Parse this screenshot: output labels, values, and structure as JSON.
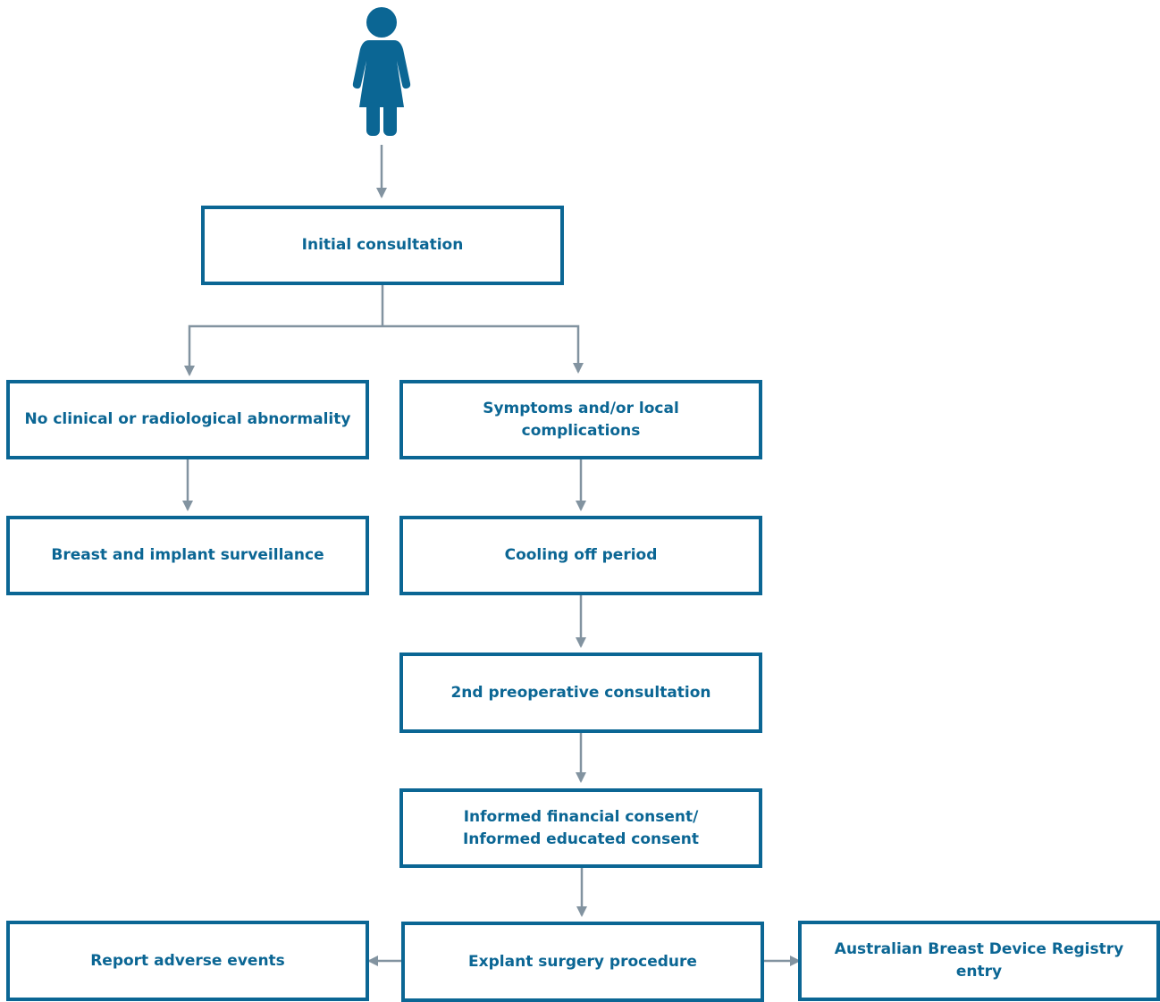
{
  "colors": {
    "box_border": "#0b6694",
    "box_text": "#0b6694",
    "connector": "#8293a0",
    "patient_icon": "#0b6694"
  },
  "icons": {
    "patient": "woman-person-icon"
  },
  "diagram": {
    "nodes": {
      "initial_consultation": "Initial consultation",
      "no_abnormality": "No clinical or radiological abnormality",
      "symptoms": "Symptoms and/or local\ncomplications",
      "surveillance": "Breast and implant surveillance",
      "cooling_off": "Cooling off period",
      "second_consultation": "2nd preoperative consultation",
      "informed_consent": "Informed financial consent/\nInformed educated consent",
      "report_adverse": "Report adverse events",
      "explant_surgery": "Explant surgery procedure",
      "registry_entry": "Australian Breast Device Registry entry"
    },
    "edges": [
      [
        "patient",
        "initial_consultation"
      ],
      [
        "initial_consultation",
        "no_abnormality"
      ],
      [
        "initial_consultation",
        "symptoms"
      ],
      [
        "no_abnormality",
        "surveillance"
      ],
      [
        "symptoms",
        "cooling_off"
      ],
      [
        "cooling_off",
        "second_consultation"
      ],
      [
        "second_consultation",
        "informed_consent"
      ],
      [
        "informed_consent",
        "explant_surgery"
      ],
      [
        "explant_surgery",
        "report_adverse"
      ],
      [
        "explant_surgery",
        "registry_entry"
      ]
    ]
  }
}
